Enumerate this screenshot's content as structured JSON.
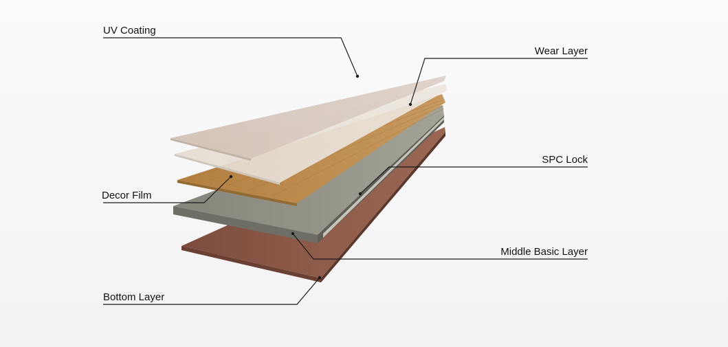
{
  "labels": {
    "uv_coating": "UV Coating",
    "wear_layer": "Wear Layer",
    "decor_film": "Decor Film",
    "spc_lock": "SPC Lock",
    "middle_basic_layer": "Middle Basic Layer",
    "bottom_layer": "Bottom Layer"
  },
  "colors": {
    "uv_coating": "#d8c9bf",
    "wear_layer": "#e7dfd4",
    "decor_film": "#b8884a",
    "spc_core": "#8f8f85",
    "spc_lock": "#a9a99f",
    "bottom_layer": "#8a5a48",
    "leader_line": "#1a1a1a"
  }
}
